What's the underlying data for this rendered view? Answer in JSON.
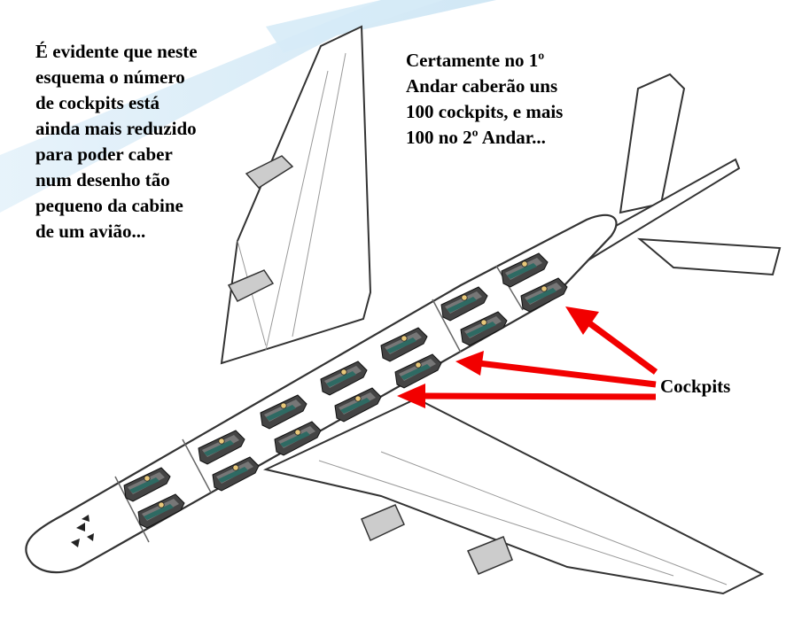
{
  "notes": {
    "left": [
      "É evidente que neste",
      "esquema o número",
      "de cockpits está",
      "ainda mais reduzido",
      "para poder caber",
      "num desenho tão",
      "pequeno da cabine",
      "de um avião..."
    ],
    "right": [
      "Certamente no 1º",
      "Andar caberão uns",
      "100 cockpits, e mais",
      "100 no 2º Andar..."
    ]
  },
  "callout_label": "Cockpits",
  "colors": {
    "arrow": "#f20000",
    "sky": "#cfe6f4",
    "airframe_line": "#333333",
    "airframe_fill": "#ffffff",
    "pod": "#3a3a3a"
  },
  "icons": [
    "airplane-illustration",
    "cockpit-pod-icon",
    "red-arrow-icon"
  ]
}
